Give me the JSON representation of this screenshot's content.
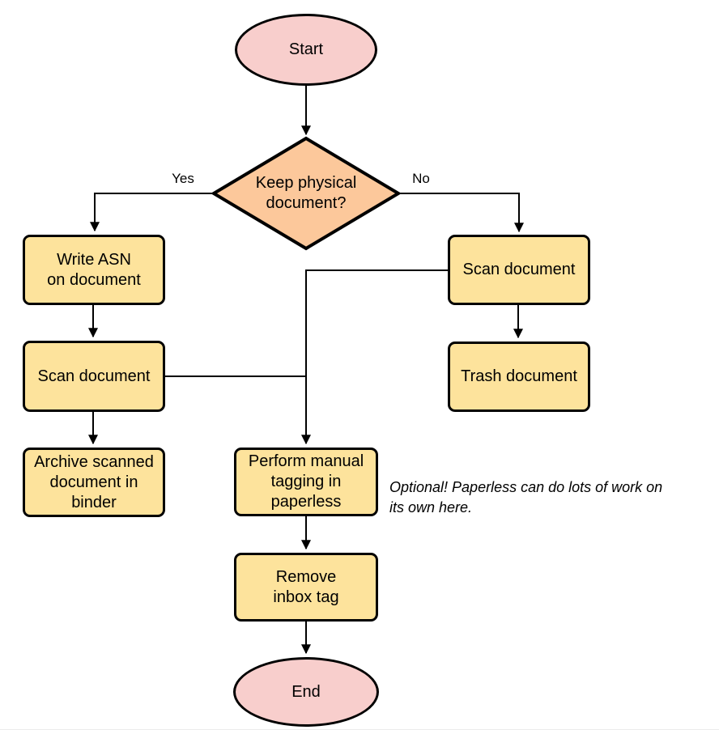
{
  "nodes": {
    "start": {
      "label": "Start"
    },
    "decision": {
      "lines": [
        "Keep physical",
        "document?"
      ]
    },
    "write_asn": {
      "lines": [
        "Write ASN",
        "on document"
      ]
    },
    "scan_document_left": {
      "label": "Scan document"
    },
    "archive": {
      "lines": [
        "Archive scanned",
        "document in",
        "binder"
      ]
    },
    "scan_document_right": {
      "label": "Scan document"
    },
    "trash": {
      "label": "Trash document"
    },
    "manual_tagging": {
      "lines": [
        "Perform manual",
        "tagging in",
        "paperless"
      ]
    },
    "remove_inbox_tag": {
      "lines": [
        "Remove",
        "inbox tag"
      ]
    },
    "end": {
      "label": "End"
    }
  },
  "edge_labels": {
    "yes": "Yes",
    "no": "No"
  },
  "annotation": {
    "lines": [
      "Optional! Paperless can do lots of work on",
      "its own here."
    ]
  },
  "colors": {
    "terminator_fill": "#f8cecc",
    "decision_fill": "#fcc89b",
    "process_fill": "#fde39c",
    "stroke": "#000000",
    "divider": "#ebebeb"
  }
}
